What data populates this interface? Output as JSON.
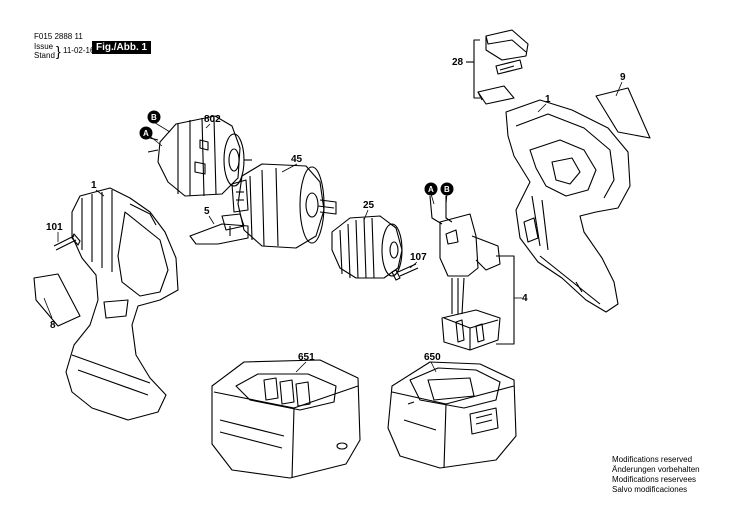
{
  "header": {
    "doc_number": "F015 2888 11",
    "issue_label": "Issue",
    "stand_label": "Stand",
    "date": "11-02-16",
    "figure_label": "Fig./Abb. 1"
  },
  "parts": [
    {
      "label": "1"
    },
    {
      "label": "101"
    },
    {
      "label": "8"
    },
    {
      "label": "802"
    },
    {
      "label": "45"
    },
    {
      "label": "5"
    },
    {
      "label": "25"
    },
    {
      "label": "107"
    },
    {
      "label": "651"
    },
    {
      "label": "650"
    },
    {
      "label": "28"
    },
    {
      "label": "1"
    },
    {
      "label": "9"
    },
    {
      "label": "4"
    }
  ],
  "markers": [
    {
      "label": "B"
    },
    {
      "label": "A"
    },
    {
      "label": "A"
    },
    {
      "label": "B"
    }
  ],
  "notes": [
    "Modifications reserved",
    "Änderungen vorbehalten",
    "Modifications reservees",
    "Salvo modificaciones"
  ]
}
